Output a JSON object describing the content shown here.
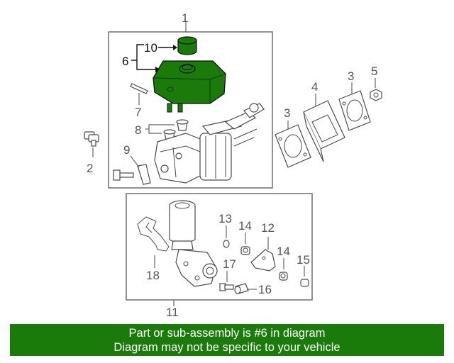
{
  "diagram": {
    "callouts": {
      "c1": "1",
      "c2": "2",
      "c3a": "3",
      "c3b": "3",
      "c4": "4",
      "c5": "5",
      "c6": "6",
      "c7": "7",
      "c8": "8",
      "c9": "9",
      "c10": "10",
      "c11": "11",
      "c12": "12",
      "c13": "13",
      "c14a": "14",
      "c14b": "14",
      "c15": "15",
      "c16": "16",
      "c17": "17",
      "c18": "18"
    },
    "highlight_part": "6",
    "colors": {
      "highlight": "#1a7a0a",
      "banner_bg": "#1a7a0a",
      "banner_text": "#ffffff",
      "line": "#4a4a4a"
    }
  },
  "banner": {
    "line1": "Part or sub-assembly is #6 in diagram",
    "line2": "Diagram may not be specific to your vehicle"
  }
}
